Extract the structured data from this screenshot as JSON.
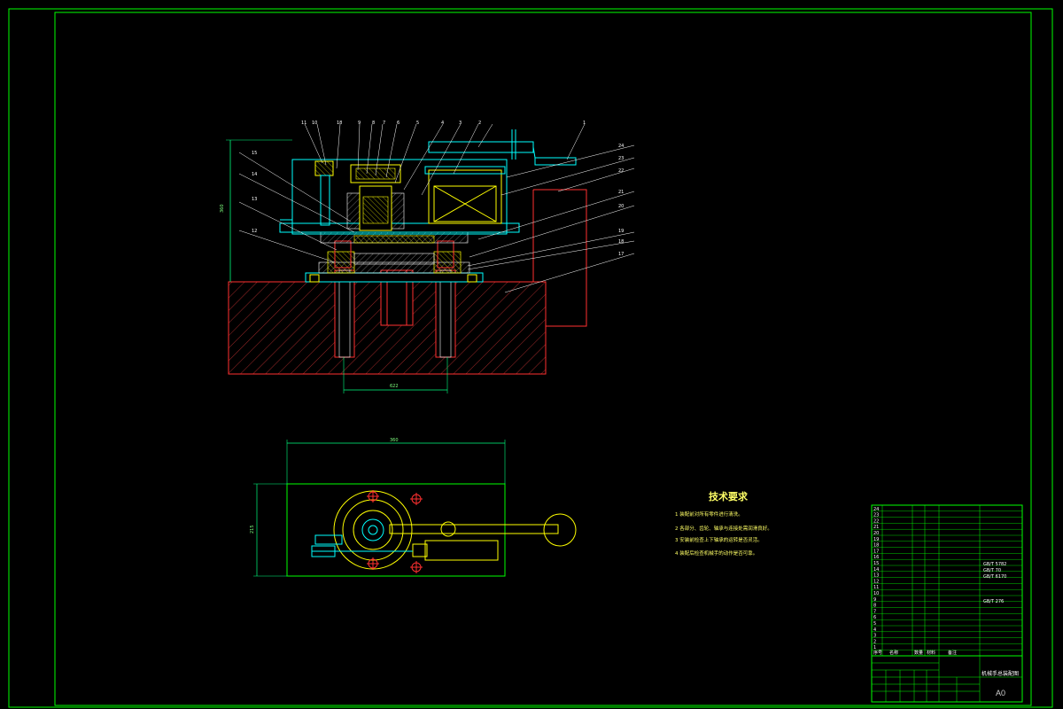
{
  "drawing": {
    "sheet_size": "A0",
    "drawing_name": "机械手总装配图",
    "colors": {
      "background": "#000000",
      "frame": "#00ff00",
      "part_outline": "#00ffff",
      "leader": "#ffffff",
      "dimension": "#00ff7f",
      "hidden_red": "#ff3030",
      "yellow_part": "#ffff00"
    }
  },
  "technical_requirements": {
    "title": "技术要求",
    "items": [
      "1 装配前对所有零件进行清洗。",
      "2 各部分、齿轮、轴承与连接处需润滑良好。",
      "3 安装前检查上下轴承的运转是否灵活。",
      "4 装配后检查机械手的动作是否可靠。"
    ]
  },
  "front_view": {
    "dimension_height": "360",
    "dimension_width_bottom": "622",
    "balloons_top": [
      "11",
      "10",
      "18",
      "9",
      "8",
      "7",
      "6",
      "5",
      "4",
      "3",
      "2",
      "1"
    ],
    "balloons_right": [
      "24",
      "23",
      "22",
      "21",
      "20",
      "19",
      "18",
      "17"
    ],
    "balloons_left": [
      "15",
      "14",
      "13",
      "12"
    ]
  },
  "top_view": {
    "dimension_width": "360",
    "dimension_height": "215"
  },
  "parts_list": {
    "rows": [
      "24",
      "23",
      "22",
      "21",
      "20",
      "19",
      "18",
      "17",
      "16",
      "15",
      "14",
      "13",
      "12",
      "11",
      "10",
      "9",
      "8",
      "7",
      "6",
      "5",
      "4",
      "3",
      "2",
      "1"
    ],
    "headers": [
      "序号",
      "名称",
      "数量",
      "材料",
      "备注"
    ],
    "standards": [
      "GB/T 5782",
      "GB/T 70",
      "GB/T 6170",
      "GB/T 276"
    ]
  }
}
